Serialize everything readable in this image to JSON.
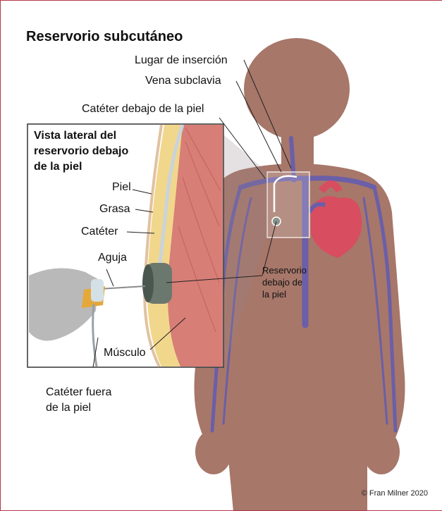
{
  "title": "Reservorio subcutáneo",
  "inset_title_lines": [
    "Vista lateral del",
    "reservorio debajo",
    "de la piel"
  ],
  "labels": {
    "insertion_site": "Lugar de inserción",
    "subclavian_vein": "Vena subclavia",
    "catheter_under_skin": "Catéter debajo de la piel",
    "skin": "Piel",
    "fat": "Grasa",
    "catheter": "Catéter",
    "needle": "Aguja",
    "muscle": "Músculo",
    "port_under_skin_lines": [
      "Reservorio",
      "debajo de",
      "la piel"
    ],
    "catheter_outside_lines": [
      "Catéter fuera",
      "de la piel"
    ]
  },
  "credit": "© Fran Milner 2020",
  "colors": {
    "frame_border": "#b5364a",
    "body_skin": "#a7776a",
    "vein": "#6a5fa8",
    "heart": "#d84d60",
    "fat_layer": "#f1d78c",
    "muscle": "#d77e76",
    "port": "#6b786e"
  }
}
